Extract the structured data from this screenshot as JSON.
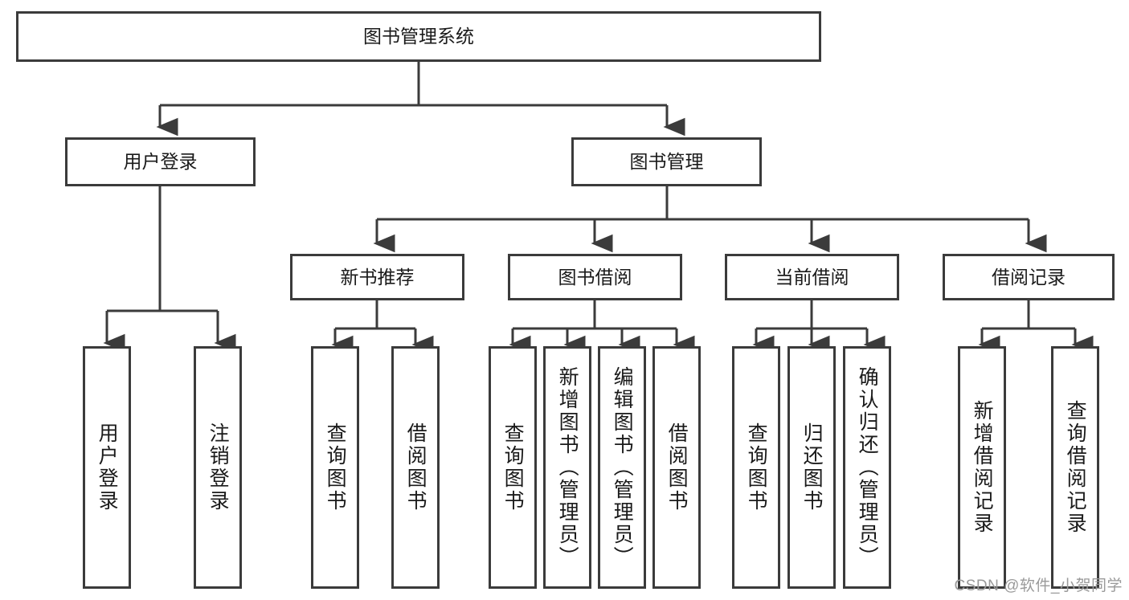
{
  "diagram": {
    "title": "图书管理系统",
    "type": "tree-hierarchy",
    "watermark": "CSDN @软件_小贺同学",
    "colors": {
      "stroke": "#3b3b3b",
      "fill": "#ffffff",
      "text": "#1a1a1a",
      "watermark": "#9a9a9a"
    },
    "root": {
      "label": "图书管理系统"
    },
    "level2": [
      {
        "label": "用户登录"
      },
      {
        "label": "图书管理"
      }
    ],
    "level3": [
      {
        "label": "新书推荐"
      },
      {
        "label": "图书借阅"
      },
      {
        "label": "当前借阅"
      },
      {
        "label": "借阅记录"
      }
    ],
    "leaves": {
      "user_login": [
        {
          "label": "用户登录"
        },
        {
          "label": "注销登录"
        }
      ],
      "new_book": [
        {
          "label": "查询图书"
        },
        {
          "label": "借阅图书"
        }
      ],
      "book_borrow": [
        {
          "label": "查询图书"
        },
        {
          "label": "新增图书（管理员）"
        },
        {
          "label": "编辑图书（管理员）"
        },
        {
          "label": "借阅图书"
        }
      ],
      "current_borrow": [
        {
          "label": "查询图书"
        },
        {
          "label": "归还图书"
        },
        {
          "label": "确认归还（管理员）"
        }
      ],
      "borrow_record": [
        {
          "label": "新增借阅记录"
        },
        {
          "label": "查询借阅记录"
        }
      ]
    }
  }
}
